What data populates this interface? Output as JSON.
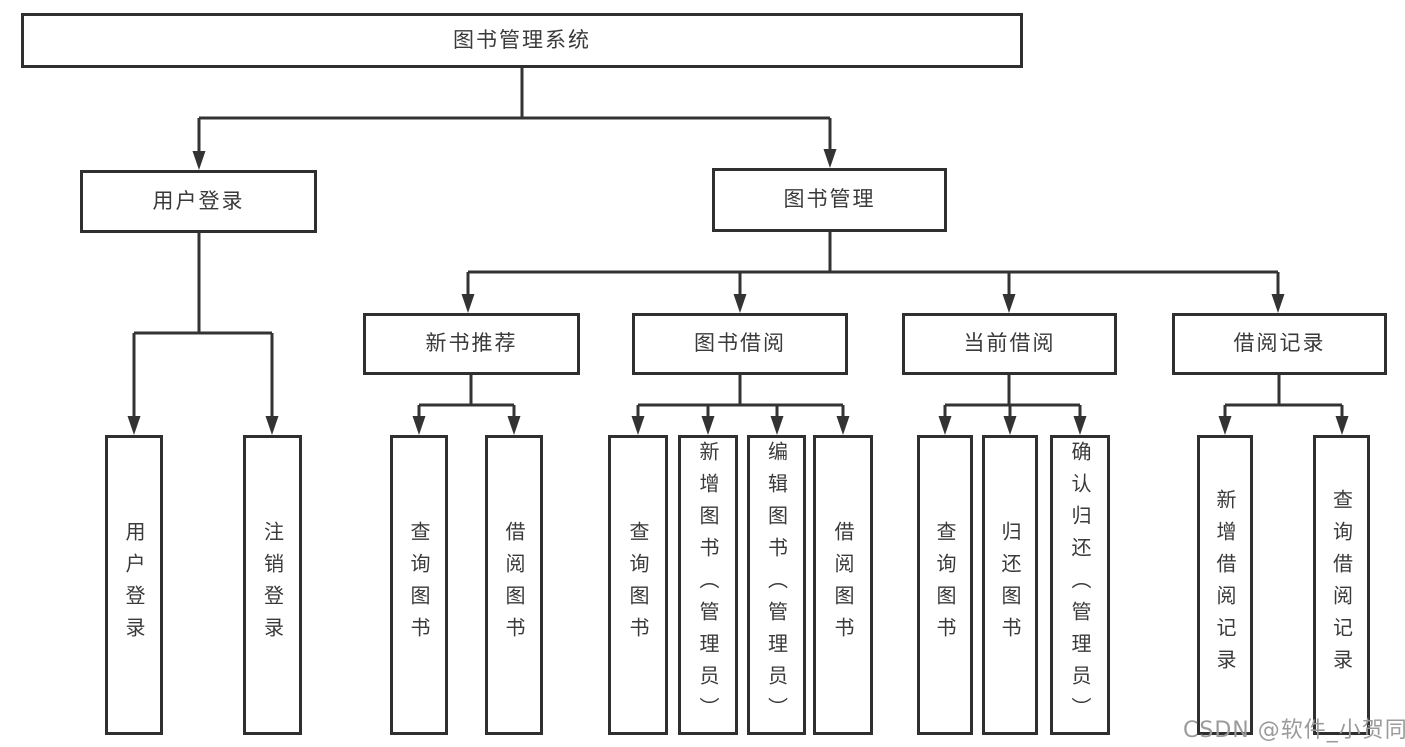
{
  "diagram": {
    "title": "图书管理系统",
    "tree": {
      "root": {
        "label": "图书管理系统"
      },
      "l2": [
        {
          "label": "用户登录"
        },
        {
          "label": "图书管理"
        }
      ],
      "l3": [
        {
          "label": "新书推荐"
        },
        {
          "label": "图书借阅"
        },
        {
          "label": "当前借阅"
        },
        {
          "label": "借阅记录"
        }
      ],
      "leaves": {
        "userLogin": [
          "用户登录",
          "注销登录"
        ],
        "newBook": [
          "查询图书",
          "借阅图书"
        ],
        "bookBorrow": [
          "查询图书",
          "新增图书（管理员）",
          "编辑图书（管理员）",
          "借阅图书"
        ],
        "currentBorrow": [
          "查询图书",
          "归还图书",
          "确认归还（管理员）"
        ],
        "records": [
          "新增借阅记录",
          "查询借阅记录"
        ]
      }
    }
  },
  "watermark": {
    "text": "CSDN @软件_小贺同学"
  },
  "colors": {
    "line": "#333333",
    "box_border": "#2f2f2f",
    "text": "#3a3a3a",
    "watermark": "#9b9b9b",
    "background": "#ffffff"
  }
}
